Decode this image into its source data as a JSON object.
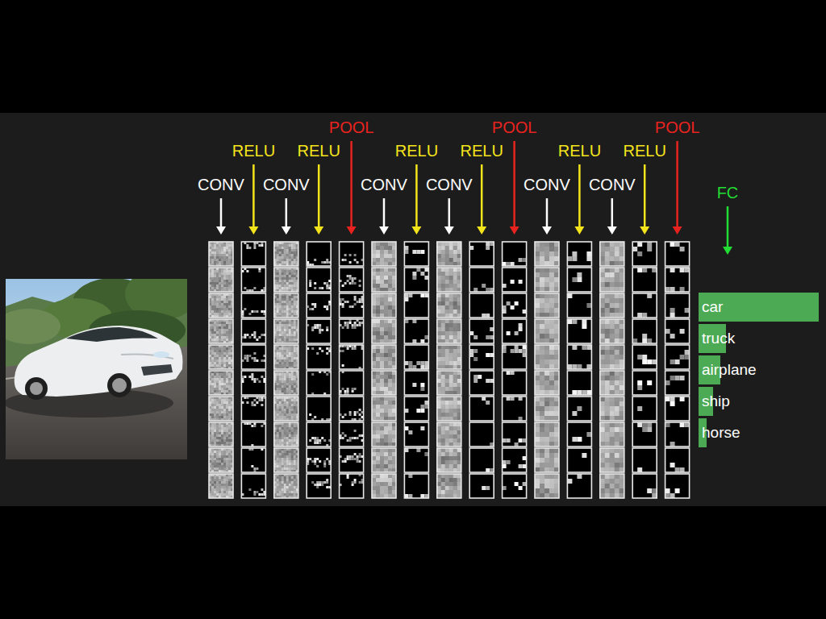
{
  "diagram": {
    "nodes": [
      {
        "text": [
          "car"
        ]
      },
      {
        "text": [
          "truck"
        ]
      },
      {
        "text": [
          "airplane"
        ]
      },
      {
        "text": [
          "ship"
        ]
      },
      {
        "text": [
          "horse"
        ]
      }
    ],
    "labels": [
      "POOL",
      "POOL",
      "POOL",
      "RELU",
      "RELU",
      "RELU",
      "RELU",
      "RELU",
      "RELU",
      "CONV",
      "CONV",
      "CONV",
      "CONV",
      "CONV",
      "CONV",
      "FC"
    ]
  }
}
